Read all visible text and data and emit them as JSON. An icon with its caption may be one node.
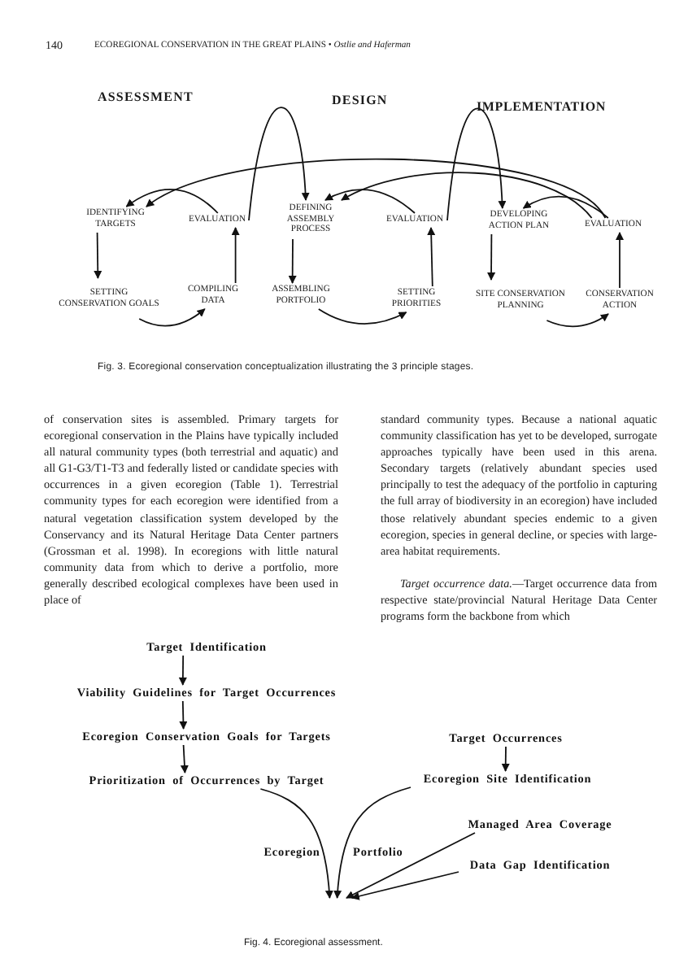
{
  "diagram": {
    "nodes": [
      {
        "text": [
          "IDENTIFYING TARGETS"
        ]
      },
      {
        "text": [
          "EVALUATION"
        ]
      },
      {
        "text": [
          "DEFINING ASSEMBLY PROCESS"
        ]
      },
      {
        "text": [
          "EVALUATION"
        ]
      },
      {
        "text": [
          "DEVELOPING ACTION PLAN"
        ]
      },
      {
        "text": [
          "EVALUATION"
        ]
      },
      {
        "text": [
          "SETTING CONSERVATION GOALS"
        ]
      },
      {
        "text": [
          "COMPILING DATA"
        ]
      },
      {
        "text": [
          "ASSEMBLING PORTFOLIO"
        ]
      },
      {
        "text": [
          "SETTING PRIORITIES"
        ]
      },
      {
        "text": [
          "SITE CONSERVATION PLANNING"
        ]
      },
      {
        "text": [
          "CONSERVATION ACTION"
        ]
      },
      {
        "text": [
          "Target Identification"
        ]
      },
      {
        "text": [
          "Viability Guidelines for Target Occurrences"
        ]
      },
      {
        "text": [
          "Ecoregion Conservation Goals for Targets"
        ]
      },
      {
        "text": [
          "Target Occurrences"
        ]
      },
      {
        "text": [
          "Prioritization of Occurrences by Target"
        ]
      },
      {
        "text": [
          "Ecoregion Site Identification"
        ]
      },
      {
        "text": [
          "Managed Area Coverage"
        ]
      },
      {
        "text": [
          "Ecoregion Portfolio"
        ]
      },
      {
        "text": [
          "Data Gap Identification"
        ]
      }
    ],
    "edges": [
      {
        "from": 0,
        "to": 6,
        "arrow": "to"
      },
      {
        "from": 6,
        "to": 7,
        "arrow": "to"
      },
      {
        "from": 7,
        "to": 1,
        "arrow": "to"
      },
      {
        "from": 1,
        "to": 0,
        "arrow": "to"
      },
      {
        "from": 2,
        "to": 8,
        "arrow": "to"
      },
      {
        "from": 8,
        "to": 9,
        "arrow": "to"
      },
      {
        "from": 9,
        "to": 3,
        "arrow": "to"
      },
      {
        "from": 3,
        "to": 2,
        "arrow": "to"
      },
      {
        "from": 4,
        "to": 10,
        "arrow": "to"
      },
      {
        "from": 10,
        "to": 11,
        "arrow": "to"
      },
      {
        "from": 11,
        "to": 5,
        "arrow": "to"
      },
      {
        "from": 5,
        "to": 4,
        "arrow": "to"
      },
      {
        "from": 1,
        "to": 2,
        "arrow": "to"
      },
      {
        "from": 3,
        "to": 4,
        "arrow": "to"
      },
      {
        "from": 5,
        "to": 0,
        "arrow": "to"
      },
      {
        "from": 5,
        "to": 2,
        "arrow": "to"
      },
      {
        "from": 12,
        "to": 13,
        "arrow": "to"
      },
      {
        "from": 13,
        "to": 14,
        "arrow": "to"
      },
      {
        "from": 14,
        "to": 16,
        "arrow": "to"
      },
      {
        "from": 15,
        "to": 17,
        "arrow": "to"
      },
      {
        "from": 16,
        "to": 19,
        "arrow": "to"
      },
      {
        "from": 17,
        "to": 19,
        "arrow": "to"
      },
      {
        "from": 18,
        "to": 19,
        "arrow": "to"
      },
      {
        "from": 20,
        "to": 19,
        "arrow": "to"
      }
    ],
    "labels": [
      "140",
      "ECOREGIONAL CONSERVATION IN THE GREAT PLAINS • *Ostlie and Haferman*",
      "ASSESSMENT",
      "DESIGN",
      "IMPLEMENTATION",
      "Fig. 3.  Ecoregional conservation conceptualization illustrating the 3 principle stages.",
      "of conservation sites is assembled. Primary targets for ecoregional conservation in the Plains have typically included all natural community types (both terrestrial and aquatic) and all G1-G3/T1-T3 and federally listed or candidate species with occurrences in a given ecoregion (Table 1). Terrestrial community types for each ecoregion were identified from a natural vegetation classification system developed by the Conservancy and its Natural Heritage Data Center partners (Grossman et al. 1998). In ecoregions with little natural community data from which to derive a portfolio, more generally described ecological complexes have been used in place of",
      "standard community types. Because a national aquatic community classification has yet to be developed, surrogate approaches typically have been used in this arena. Secondary targets (relatively abundant species used principally to test the adequacy of the portfolio in capturing the full array of biodiversity in an ecoregion) have included those relatively abundant species endemic to a given ecoregion, species in general decline, or species with large-area habitat requirements.",
      "*Target occurrence data.*—Target occurrence data from respective state/provincial Natural Heritage Data Center programs form the backbone from which",
      "Fig. 4.  Ecoregional assessment."
    ]
  }
}
